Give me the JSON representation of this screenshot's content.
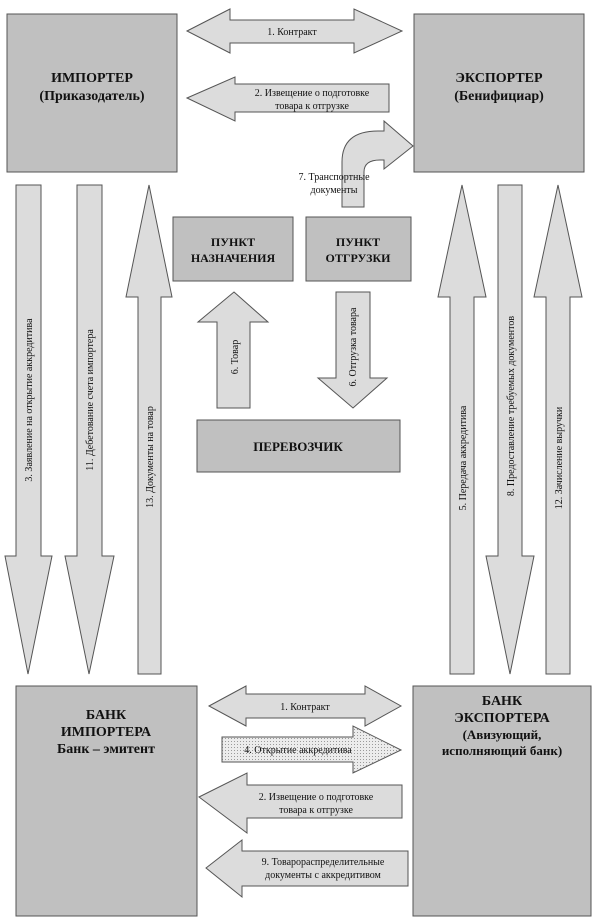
{
  "boxes": {
    "importer": {
      "line1": "ИМПОРТЕР",
      "line2": "(Приказодатель)"
    },
    "exporter": {
      "line1": "ЭКСПОРТЕР",
      "line2": "(Бенифициар)"
    },
    "destination": {
      "line1": "ПУНКТ",
      "line2": "НАЗНАЧЕНИЯ"
    },
    "shipment": {
      "line1": "ПУНКТ",
      "line2": "ОТГРУЗКИ"
    },
    "carrier": {
      "line1": "ПЕРЕВОЗЧИК"
    },
    "importer_bank": {
      "line1": "БАНК",
      "line2": "ИМПОРТЕРА",
      "line3": "Банк – эмитент"
    },
    "exporter_bank": {
      "line1": "БАНК",
      "line2": "ЭКСПОРТЕРА",
      "line3": "(Авизующий,",
      "line4": "исполняющий банк)"
    }
  },
  "arrows": {
    "top_contract": "1. Контракт",
    "top_notice_1": "2. Извещение о подготовке",
    "top_notice_2": "товара к отгрузке",
    "transport_docs_1": "7. Транспортные",
    "transport_docs_2": "документы",
    "v3": "3. Заявление на открытие аккредитива",
    "v11": "11. Дебетование счета импортера",
    "v13": "13. Документы на товар",
    "v6_goods": "6. Товар",
    "v6_shipment": "6. Отгрузка товара",
    "v5": "5. Передача аккредитива",
    "v8": "8. Предоставление требуемых документов",
    "v12": "12. Зачисление выручки",
    "bottom_contract": "1. Контракт",
    "bottom_open": "4. Открытие аккредитива",
    "bottom_notice_1": "2. Извещение о подготовке",
    "bottom_notice_2": "товара к отгрузке",
    "bottom_docs_1": "9. Товарораспределительные",
    "bottom_docs_2": "документы с аккредитивом"
  }
}
